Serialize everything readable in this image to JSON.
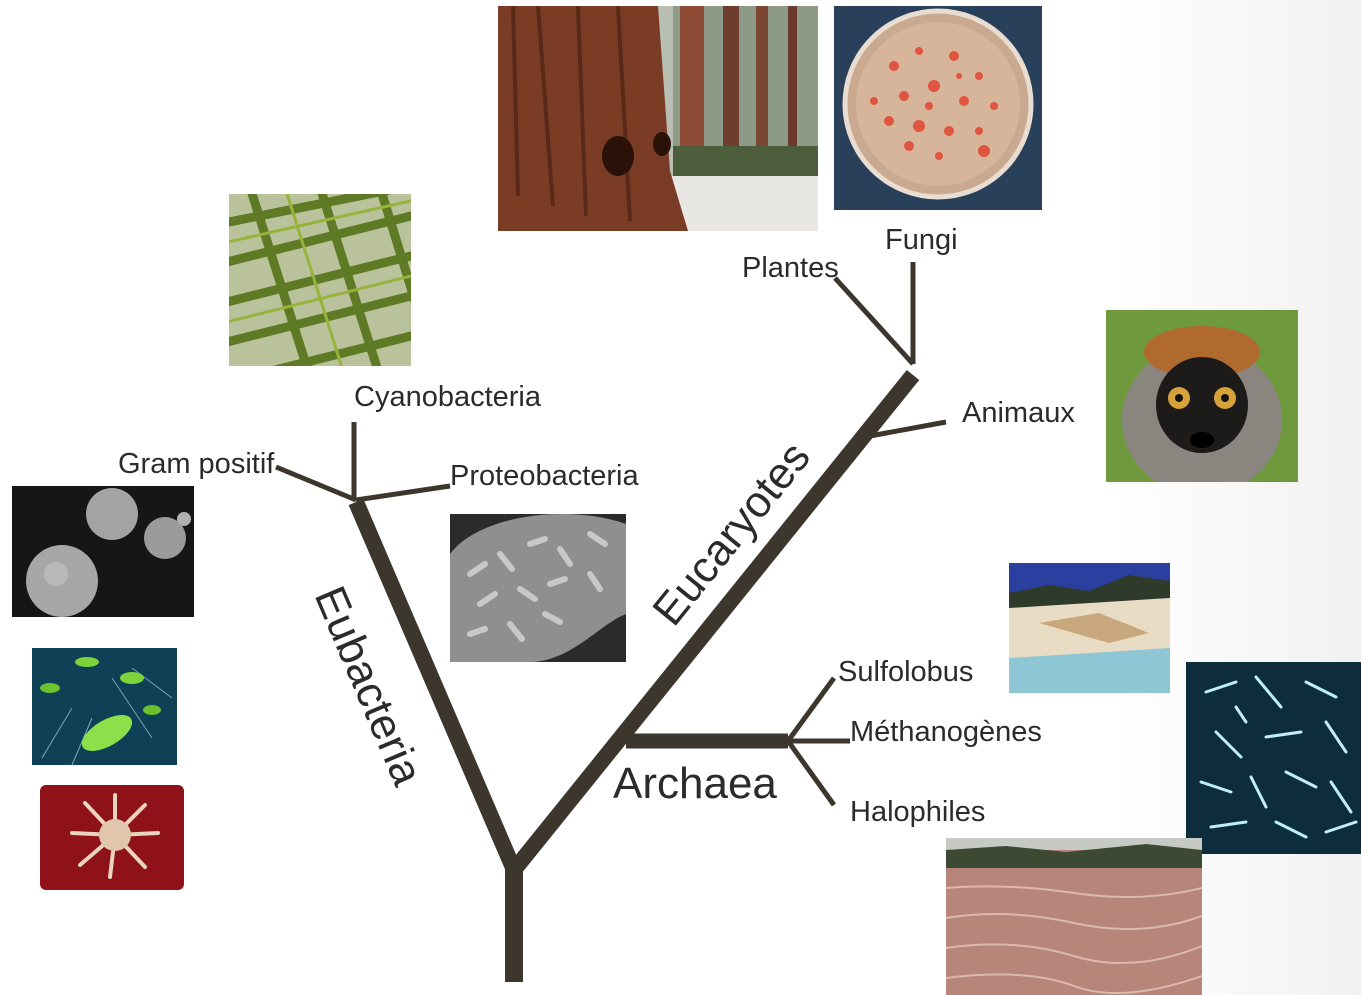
{
  "diagram": {
    "domains": {
      "eubacteria": "Eubacteria",
      "eucaryotes": "Eucaryotes",
      "archaea": "Archaea"
    },
    "groups": {
      "gram_positif": "Gram positif",
      "cyanobacteria": "Cyanobacteria",
      "proteobacteria": "Proteobacteria",
      "plantes": "Plantes",
      "fungi": "Fungi",
      "animaux": "Animaux",
      "sulfolobus": "Sulfolobus",
      "methanogenes": "Méthanogènes",
      "halophiles": "Halophiles"
    },
    "branch_color": "#3c362c"
  }
}
